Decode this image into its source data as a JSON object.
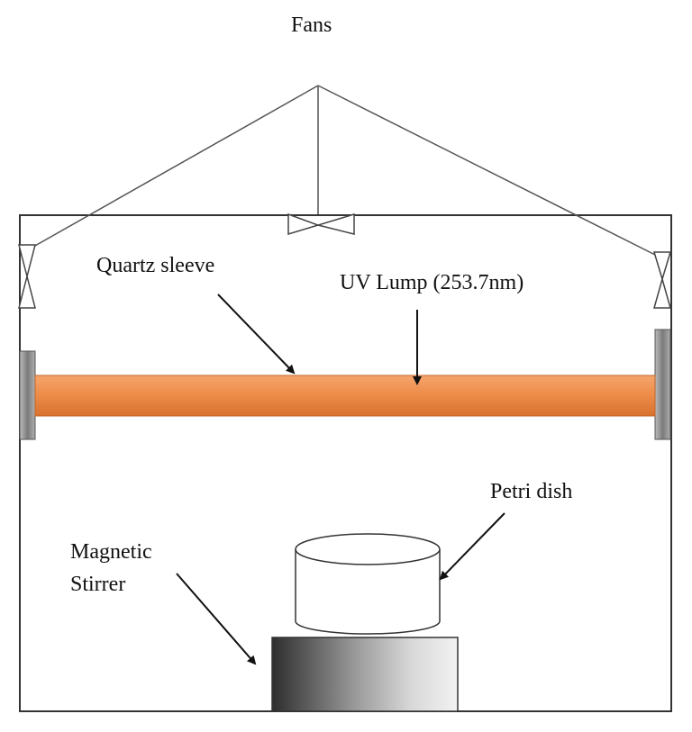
{
  "labels": {
    "fans": "Fans",
    "quartz_sleeve": "Quartz sleeve",
    "uv_lamp": "UV Lump (253.7nm)",
    "petri_dish": "Petri dish",
    "magnetic_stirrer_line1": "Magnetic",
    "magnetic_stirrer_line2": "Stirrer"
  },
  "colors": {
    "lamp_orange": "#ec8b48",
    "lamp_edge": "#c0642a",
    "outline": "#333333",
    "end_cap": "#8a8a8a"
  }
}
